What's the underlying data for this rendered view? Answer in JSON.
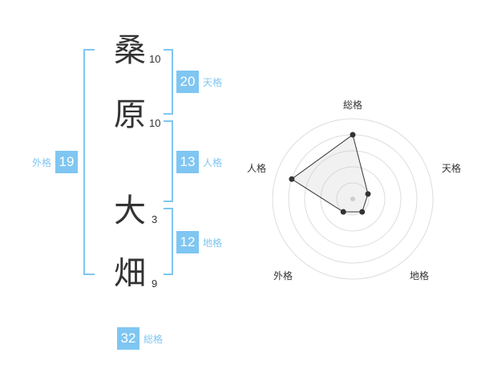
{
  "characters": [
    {
      "char": "桑",
      "strokes": "10"
    },
    {
      "char": "原",
      "strokes": "10"
    },
    {
      "char": "大",
      "strokes": "3"
    },
    {
      "char": "畑",
      "strokes": "9"
    }
  ],
  "fortunes": {
    "tenkaku": {
      "value": "20",
      "label": "天格"
    },
    "jinkaku": {
      "value": "13",
      "label": "人格"
    },
    "chikaku": {
      "value": "12",
      "label": "地格"
    },
    "gaikaku": {
      "value": "19",
      "label": "外格"
    },
    "soukaku": {
      "value": "32",
      "label": "総格"
    }
  },
  "colors": {
    "accent": "#7fc6f2",
    "text": "#333333"
  },
  "chart_data": {
    "type": "radar",
    "axes": [
      "総格",
      "天格",
      "地格",
      "外格",
      "人格"
    ],
    "values": [
      4,
      1,
      1,
      1,
      4
    ],
    "max": 5,
    "rings": 5
  }
}
